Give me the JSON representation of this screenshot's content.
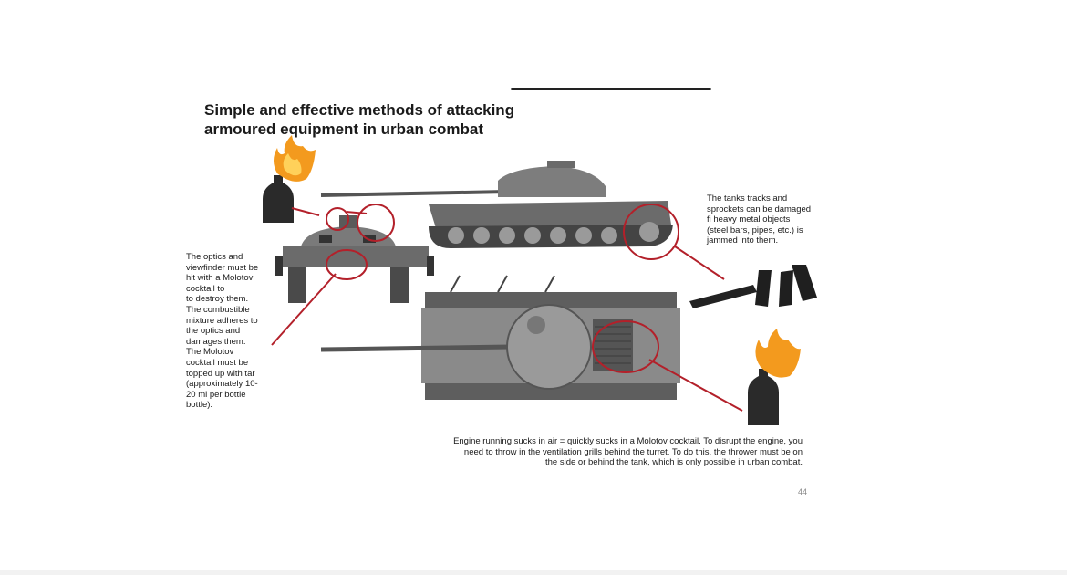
{
  "document": {
    "title": "Simple and effective methods of attacking\narmoured equipment in urban combat",
    "optics_note": "The optics and\nviewfinder must be\nhit with a Molotov\ncocktail to\nto destroy them.\nThe combustible\nmixture adheres to\nthe optics and\ndamages them.\nThe Molotov\ncocktail must be\ntopped up with tar\n(approximately 10-\n20 ml per bottle\nbottle).",
    "tracks_note": "The tanks tracks and\nsprockets can be damaged\nfi heavy metal objects\n(steel bars, pipes, etc.) is\njammed into them.",
    "engine_note": "Engine running sucks in air = quickly sucks in a Molotov cocktail. To disrupt the engine, you\nneed to throw in the ventilation grills behind the turret. To do this, the thrower must be on\nthe side or behind the tank, which is only possible in urban combat.",
    "page_number": "44"
  },
  "colors": {
    "annotation": "#b3202a",
    "tank": "#6b6b6b",
    "tank_dark": "#3a3a3a",
    "flame": "#f39a1e"
  },
  "icons": [
    "molotov-bottle-icon",
    "flame-icon",
    "steel-pipe-icon",
    "tank-front-icon",
    "tank-side-icon",
    "tank-top-icon"
  ]
}
